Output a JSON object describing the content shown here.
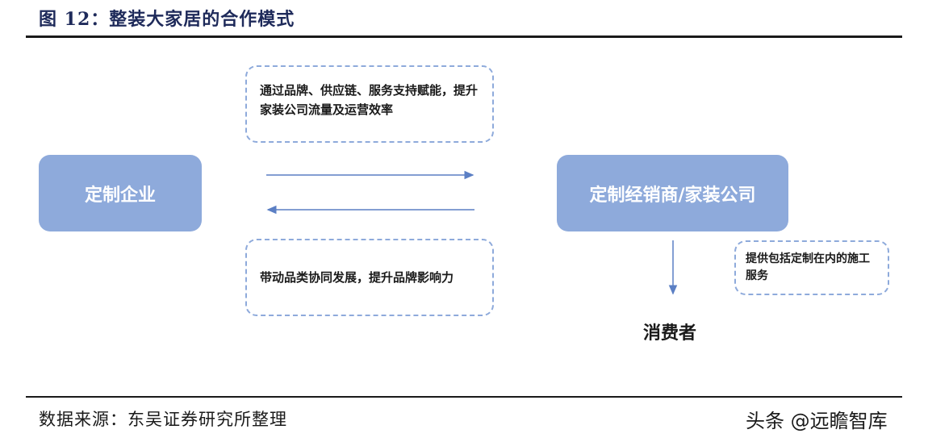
{
  "figure": {
    "title": "图 12：整装大家居的合作模式",
    "source": "数据来源：东吴证券研究所整理",
    "watermark": "头条 @远瞻智库"
  },
  "nodes": {
    "enterprise": "定制企业",
    "dealer": "定制经销商/家装公司",
    "consumer": "消费者"
  },
  "notes": {
    "enterprise_to_dealer": "通过品牌、供应链、服务支持赋能，提升家装公司流量及运营效率",
    "dealer_to_enterprise": "带动品类协同发展，提升品牌影响力",
    "dealer_to_consumer": "提供包括定制在内的施工服务"
  },
  "colors": {
    "box_fill": "#8eaadb",
    "arrow": "#5b7fc4",
    "title": "#1e2a5a"
  }
}
